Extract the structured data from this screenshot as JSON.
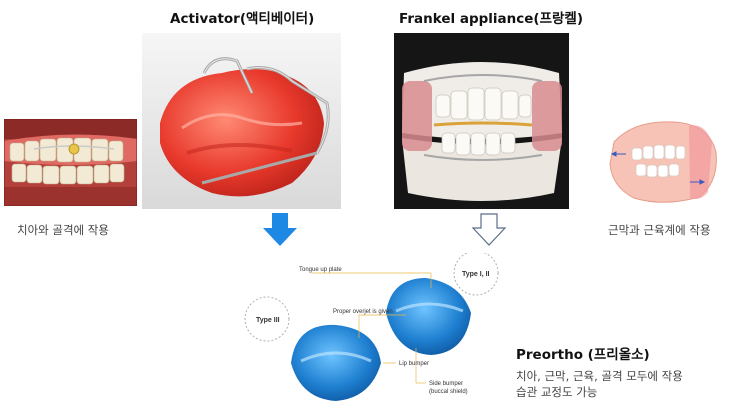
{
  "titles": {
    "activator": "Activator(액티베이터)",
    "frankel": "Frankel appliance(프랑켈)",
    "preortho": "Preortho (프리올소)"
  },
  "captions": {
    "left": "치아와 골격에 작용",
    "right": "근막과 근육계에 작용",
    "preortho_line1": "치아, 근막, 근육, 골격 모두에 작용",
    "preortho_line2": "습관 교정도 가능"
  },
  "diagram_labels": {
    "type_iii": "Type III",
    "type_i_ii": "Type I, II",
    "tongue_up_plate": "Tongue up plate",
    "proper_overjet": "Proper overjet is given",
    "lip_bumper": "Lip bumper",
    "side_bumper_1": "Side bumper",
    "side_bumper_2": "(buccal shield)"
  },
  "colors": {
    "arrow_blue": "#1e88e5",
    "appliance_blue": "#1e7fd0",
    "appliance_red": "#e23b30"
  }
}
